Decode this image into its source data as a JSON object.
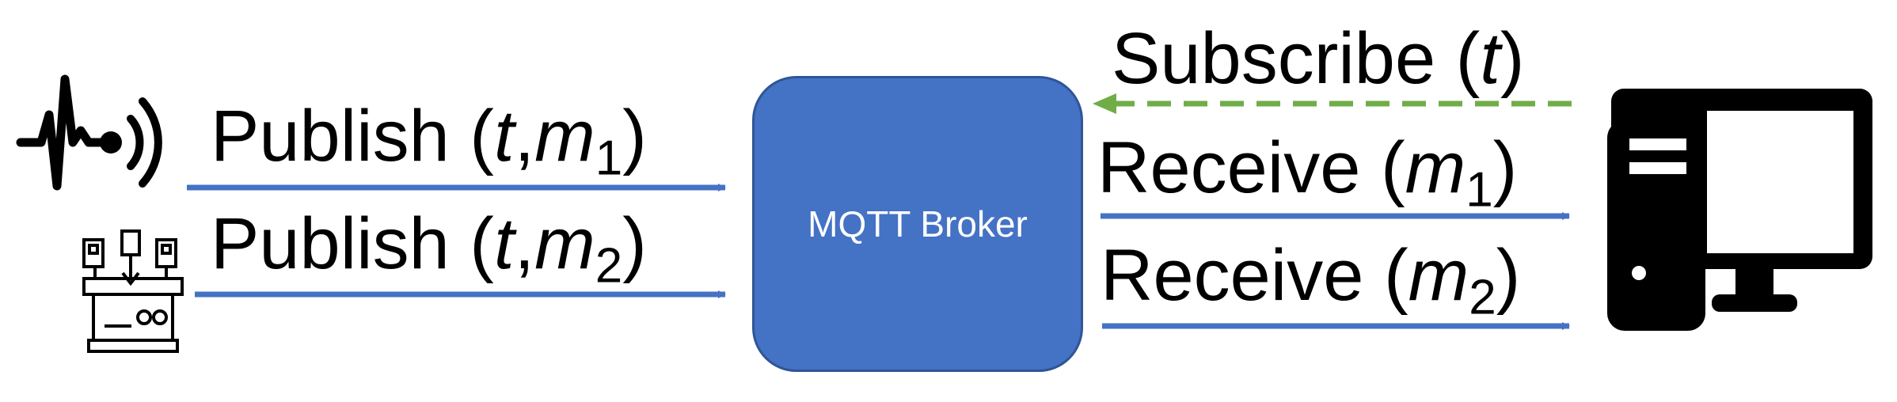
{
  "broker": {
    "label": "MQTT Broker",
    "color": "#4472C4"
  },
  "arrows": {
    "publish_color": "#4472C4",
    "subscribe_color": "#70AD47"
  },
  "labels": {
    "publish_1": {
      "prefix": "Publish (",
      "topic": "t",
      "sep": ",",
      "msg": "m",
      "sub": "1",
      "suffix": ")"
    },
    "publish_2": {
      "prefix": "Publish (",
      "topic": "t",
      "sep": ",",
      "msg": "m",
      "sub": "2",
      "suffix": ")"
    },
    "subscribe": {
      "prefix": "Subscribe (",
      "topic": "t",
      "suffix": ")"
    },
    "receive_1": {
      "prefix": "Receive (",
      "msg": "m",
      "sub": "1",
      "suffix": ")"
    },
    "receive_2": {
      "prefix": "Receive (",
      "msg": "m",
      "sub": "2",
      "suffix": ")"
    }
  },
  "icons": {
    "sensor": "sensor-icon",
    "machine": "machine-icon",
    "computer": "desktop-computer-icon"
  }
}
